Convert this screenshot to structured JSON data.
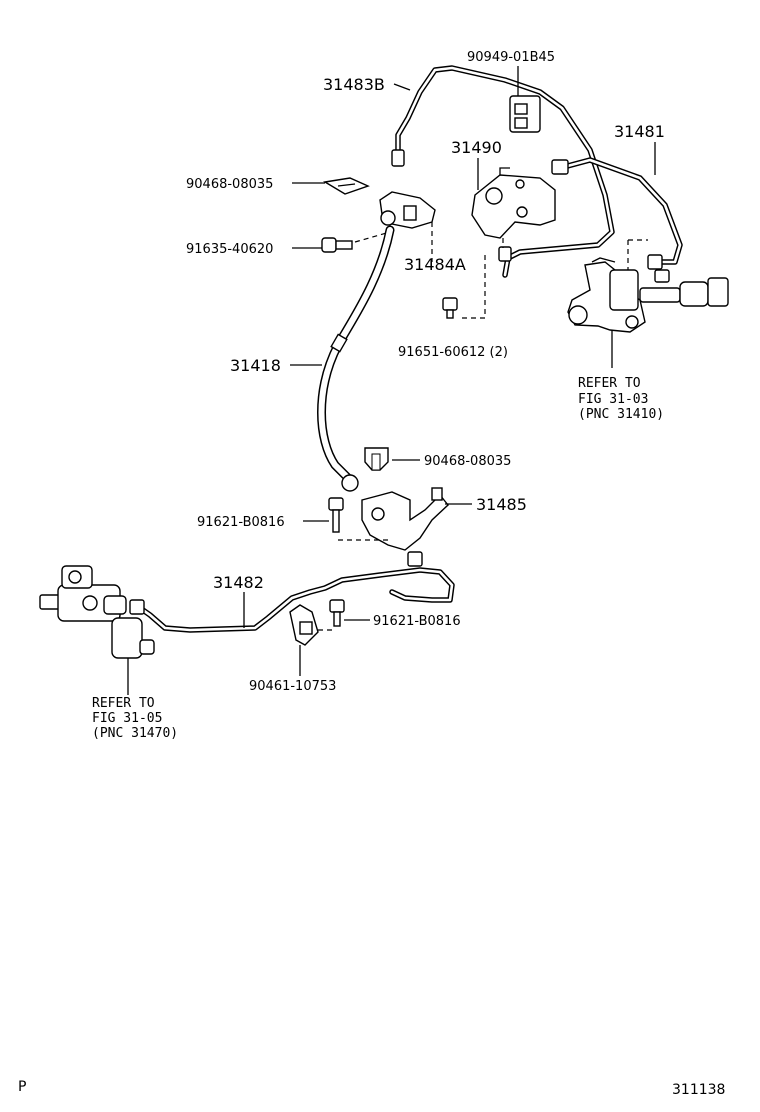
{
  "parts": {
    "p90949_01B45": "90949-01B45",
    "p31483B": "31483B",
    "p31481": "31481",
    "p31490": "31490",
    "p90468_08035_top": "90468-08035",
    "p91635_40620": "91635-40620",
    "p31484A": "31484A",
    "p31418": "31418",
    "p91651_60612": "91651-60612 (2)",
    "p90468_08035_mid": "90468-08035",
    "p31485": "31485",
    "p91621_B0816_left": "91621-B0816",
    "p31482": "31482",
    "p91621_B0816_right": "91621-B0816",
    "p90461_10753": "90461-10753"
  },
  "refs": {
    "master": [
      "REFER TO",
      "FIG 31-03",
      "(PNC 31410)"
    ],
    "release": [
      "REFER TO",
      "FIG 31-05",
      "(PNC 31470)"
    ]
  },
  "footer": {
    "left_mark": "P",
    "figure_number": "311138"
  }
}
